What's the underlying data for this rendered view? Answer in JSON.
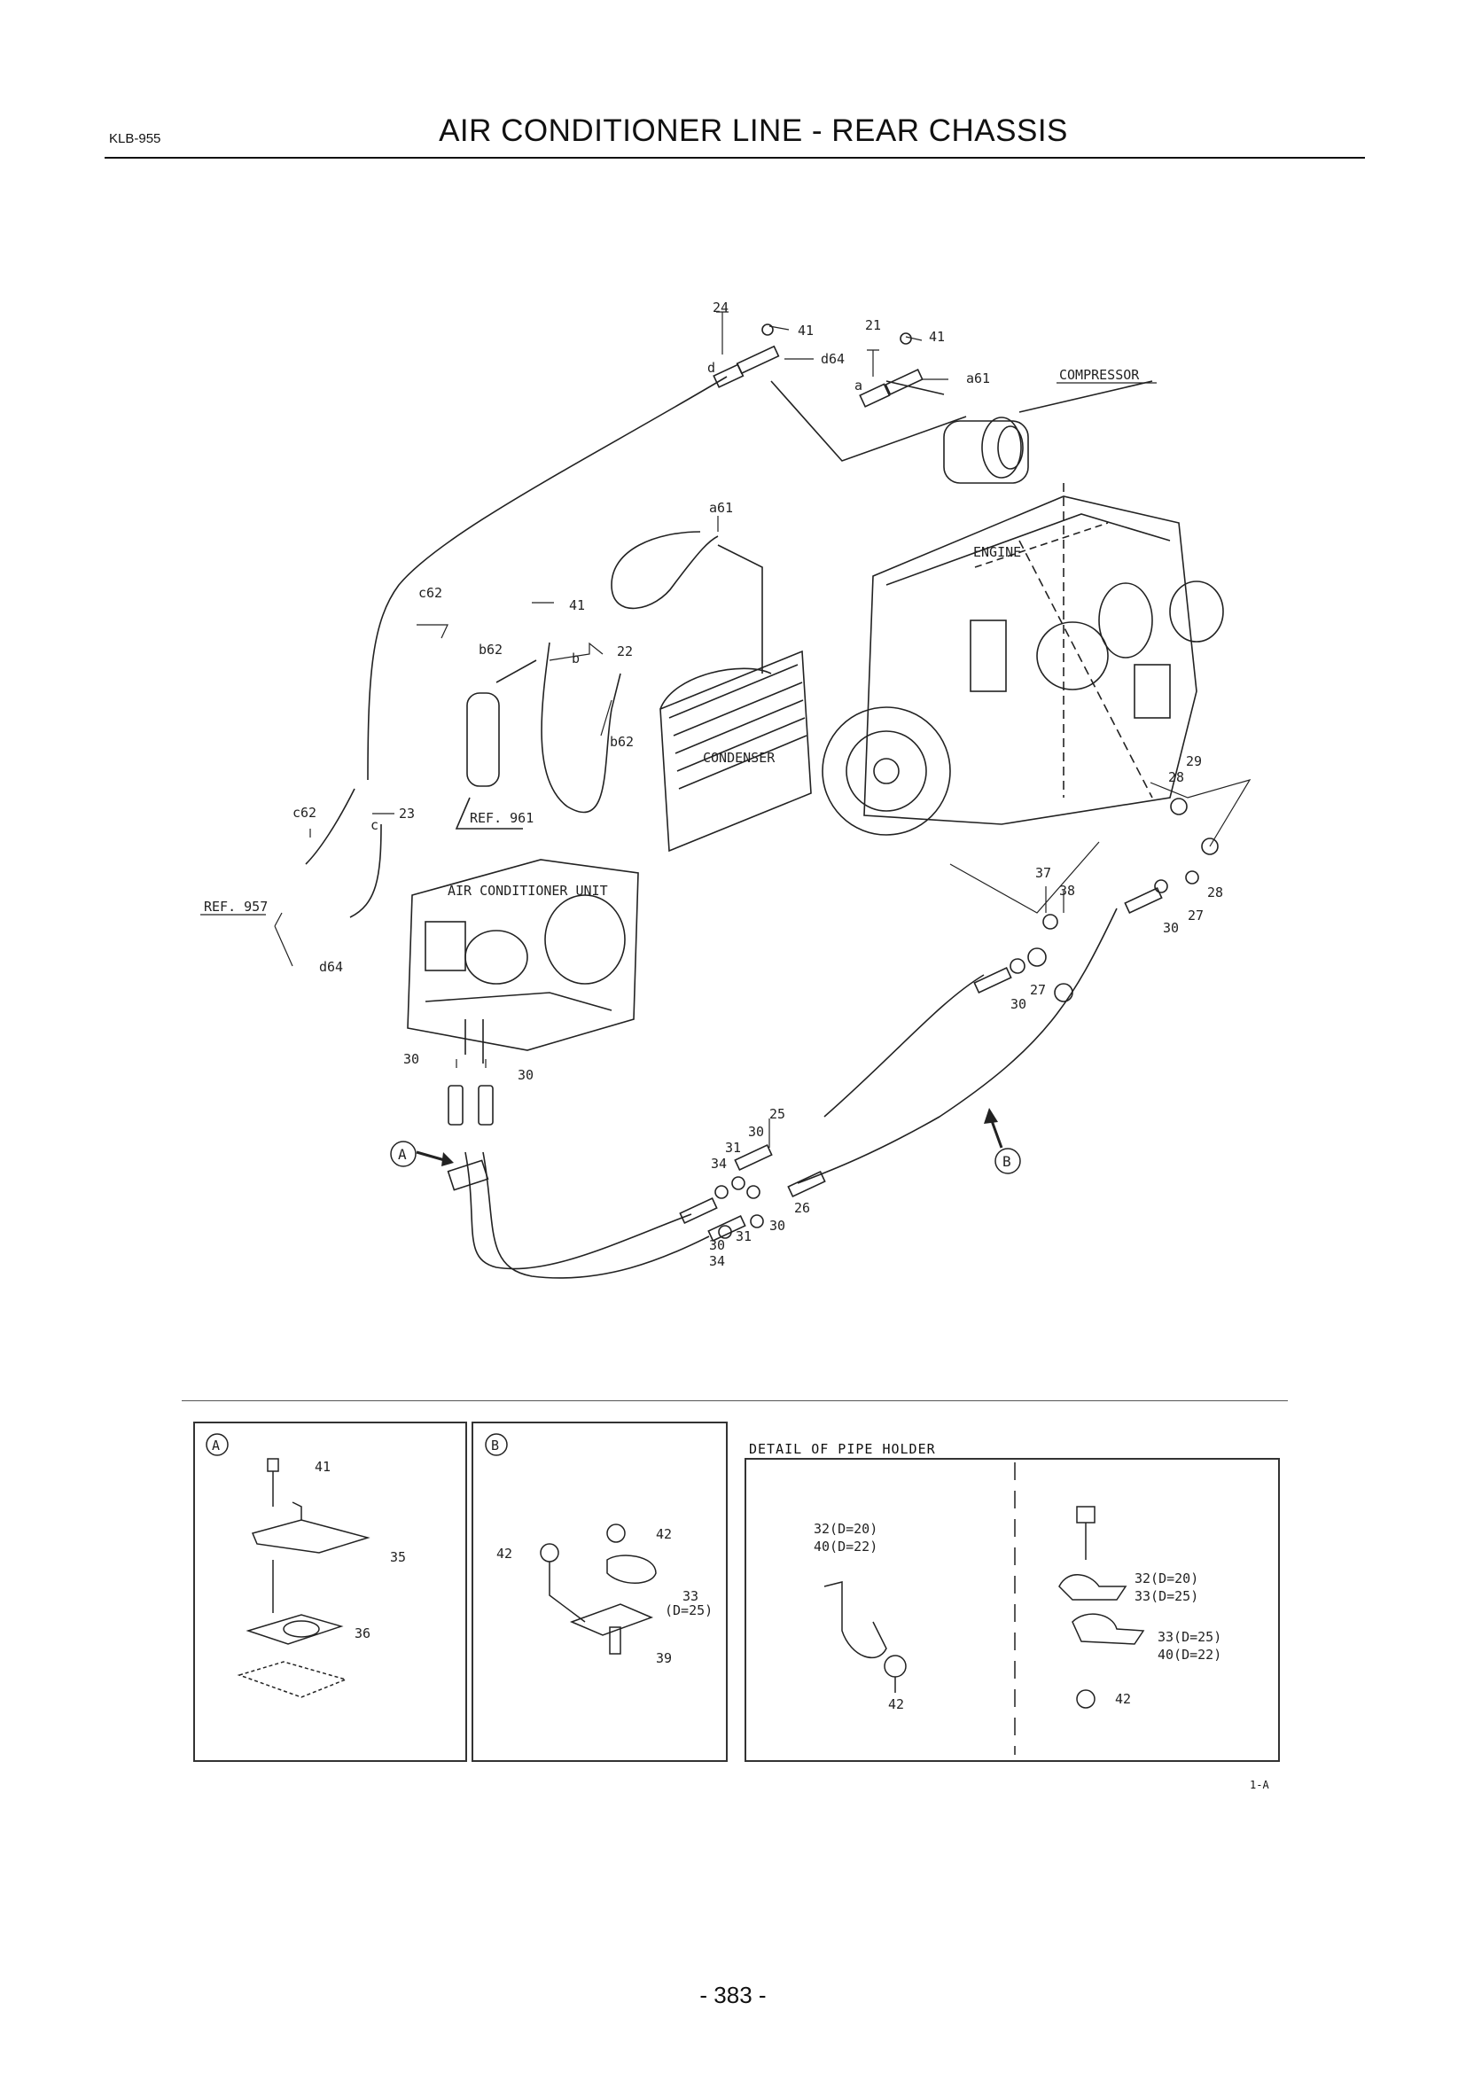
{
  "header": {
    "doc_code": "KLB-955",
    "title": "AIR CONDITIONER LINE - REAR CHASSIS"
  },
  "main_diagram": {
    "components": {
      "compressor": "COMPRESSOR",
      "engine": "ENGINE",
      "condenser": "CONDENSER",
      "ac_unit": "AIR CONDITIONER UNIT",
      "ref_961": "REF. 961",
      "ref_957": "REF. 957"
    },
    "callouts": {
      "c24": "24",
      "c41a": "41",
      "c21": "21",
      "c41b": "41",
      "d64a": "d64",
      "a61a": "a61",
      "a61b": "a61",
      "da": "d",
      "aa": "a",
      "c62a": "c62",
      "c41c": "41",
      "b62a": "b62",
      "b": "b",
      "c22": "22",
      "b62b": "b62",
      "c62b": "c62",
      "c": "c",
      "c23": "23",
      "d64b": "d64",
      "c29": "29",
      "c28a": "28",
      "c28b": "28",
      "c27a": "27",
      "c30a": "30",
      "c37": "37",
      "c38": "38",
      "c27b": "27",
      "c30b": "30",
      "c30c": "30",
      "c30d": "30",
      "c25": "25",
      "c30e": "30",
      "c31a": "31",
      "c34a": "34",
      "c30f": "30",
      "c31b": "31",
      "c30g": "30",
      "c26": "26",
      "c34b": "34",
      "view_a": "A",
      "view_b": "B"
    }
  },
  "detail_a": {
    "marker": "A",
    "labels": {
      "p41": "41",
      "p35": "35",
      "p36": "36"
    }
  },
  "detail_b": {
    "marker": "B",
    "labels": {
      "p42a": "42",
      "p42b": "42",
      "p33": "33",
      "p33d": "(D=25)",
      "p39": "39"
    }
  },
  "detail_pipe": {
    "title": "DETAIL OF PIPE HOLDER",
    "left": {
      "l1": "32(D=20)",
      "l2": "40(D=22)",
      "l3": "42"
    },
    "right": {
      "r1": "32(D=20)",
      "r2": "33(D=25)",
      "r3": "33(D=25)",
      "r4": "40(D=22)",
      "r5": "42"
    }
  },
  "footer": {
    "figure_code": "1-A",
    "page_number": "- 383 -"
  }
}
